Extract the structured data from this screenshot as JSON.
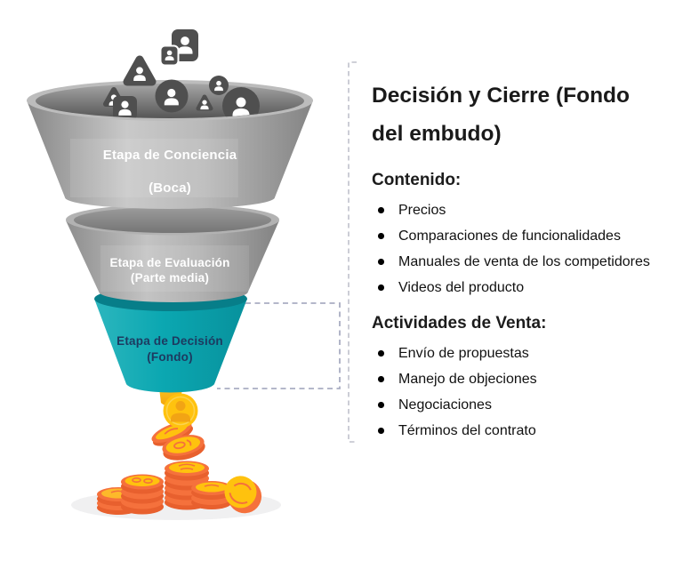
{
  "funnel": {
    "stage1": {
      "line1": "Etapa de Conciencia",
      "line2": "(Boca)"
    },
    "stage2": {
      "line1": "Etapa de Evaluación",
      "line2": "(Parte media)"
    },
    "stage3": {
      "line1": "Etapa de Decisión",
      "line2": "(Fondo)"
    }
  },
  "panel": {
    "title_line1": "Decisión y Cierre (Fondo",
    "title_line2": "del embudo)",
    "content": {
      "heading": "Contenido:",
      "items": [
        "Precios",
        "Comparaciones de funcionalidades",
        "Manuales de venta de los competidores",
        "Videos del producto"
      ]
    },
    "activities": {
      "heading": "Actividades de Venta:",
      "items": [
        "Envío de propuestas",
        "Manejo de objeciones",
        "Negociaciones",
        "Términos del contrato"
      ]
    }
  },
  "icons": [
    "person-icon",
    "person-group-icon",
    "coin-icon",
    "coin-stack-icon",
    "ground-shadow"
  ],
  "colors": {
    "funnel_gray_light": "#c9c9c9",
    "funnel_gray_dark": "#848484",
    "funnel_rim": "#bcbcbc",
    "funnel_inner_dark": "#585858",
    "funnel_teal": "#0ba7b1",
    "funnel_teal_dark": "#077e89",
    "stage_label_light": "#ffffff",
    "stage3_label": "#1d3a60",
    "coin_orange": "#f5713c",
    "coin_orange_dark": "#e8602e",
    "coin_yellow": "#ffc20e",
    "coin_detail": "#f2a414",
    "people_icon_gray": "#4f4f4f",
    "dash_line": "#a9adc2",
    "panel_text": "#1a1a1a",
    "background": "#ffffff"
  }
}
